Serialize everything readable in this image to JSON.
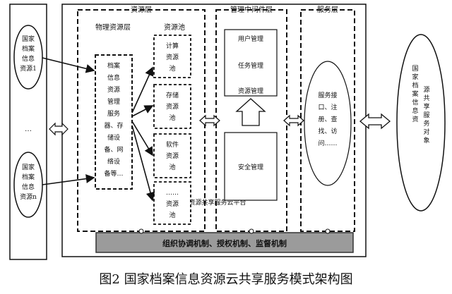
{
  "caption": "图2  国家档案信息资源云共享服务模式架构图",
  "left_column": {
    "top_ellipse_lines": [
      "国家",
      "档案",
      "信息",
      "资源1"
    ],
    "dots": "…",
    "bottom_ellipse_lines": [
      "国家",
      "档案",
      "信息",
      "资源n"
    ]
  },
  "resource_layer": {
    "title": "资源层",
    "physical_title": "物理资源层",
    "physical_box_lines": [
      "档案",
      "信息",
      "资源",
      "管理",
      "服务",
      "器、存",
      "储设",
      "备、网",
      "络设",
      "备等…"
    ],
    "pool_title": "资源池",
    "pools": [
      {
        "lines": [
          "计算",
          "资源",
          "池"
        ]
      },
      {
        "lines": [
          "存储",
          "资源",
          "池"
        ]
      },
      {
        "lines": [
          "软件",
          "资源",
          "池"
        ]
      },
      {
        "lines": [
          "……",
          "资源",
          "池"
        ]
      }
    ]
  },
  "middleware_layer": {
    "title": "管理中间件层",
    "items": [
      "用户管理",
      "任务管理",
      "资源管理"
    ],
    "security": "安全管理"
  },
  "service_layer": {
    "title": "服务层",
    "lines": [
      "服务接",
      "口、注",
      "册、查",
      "找、访",
      "问……"
    ]
  },
  "platform_label": "档案信息资源共享服务云平台",
  "mechanism_label": "组织协调机制、授权机制、监督机制",
  "right_ellipse_text": "国家档案信息资源共享服务对象"
}
